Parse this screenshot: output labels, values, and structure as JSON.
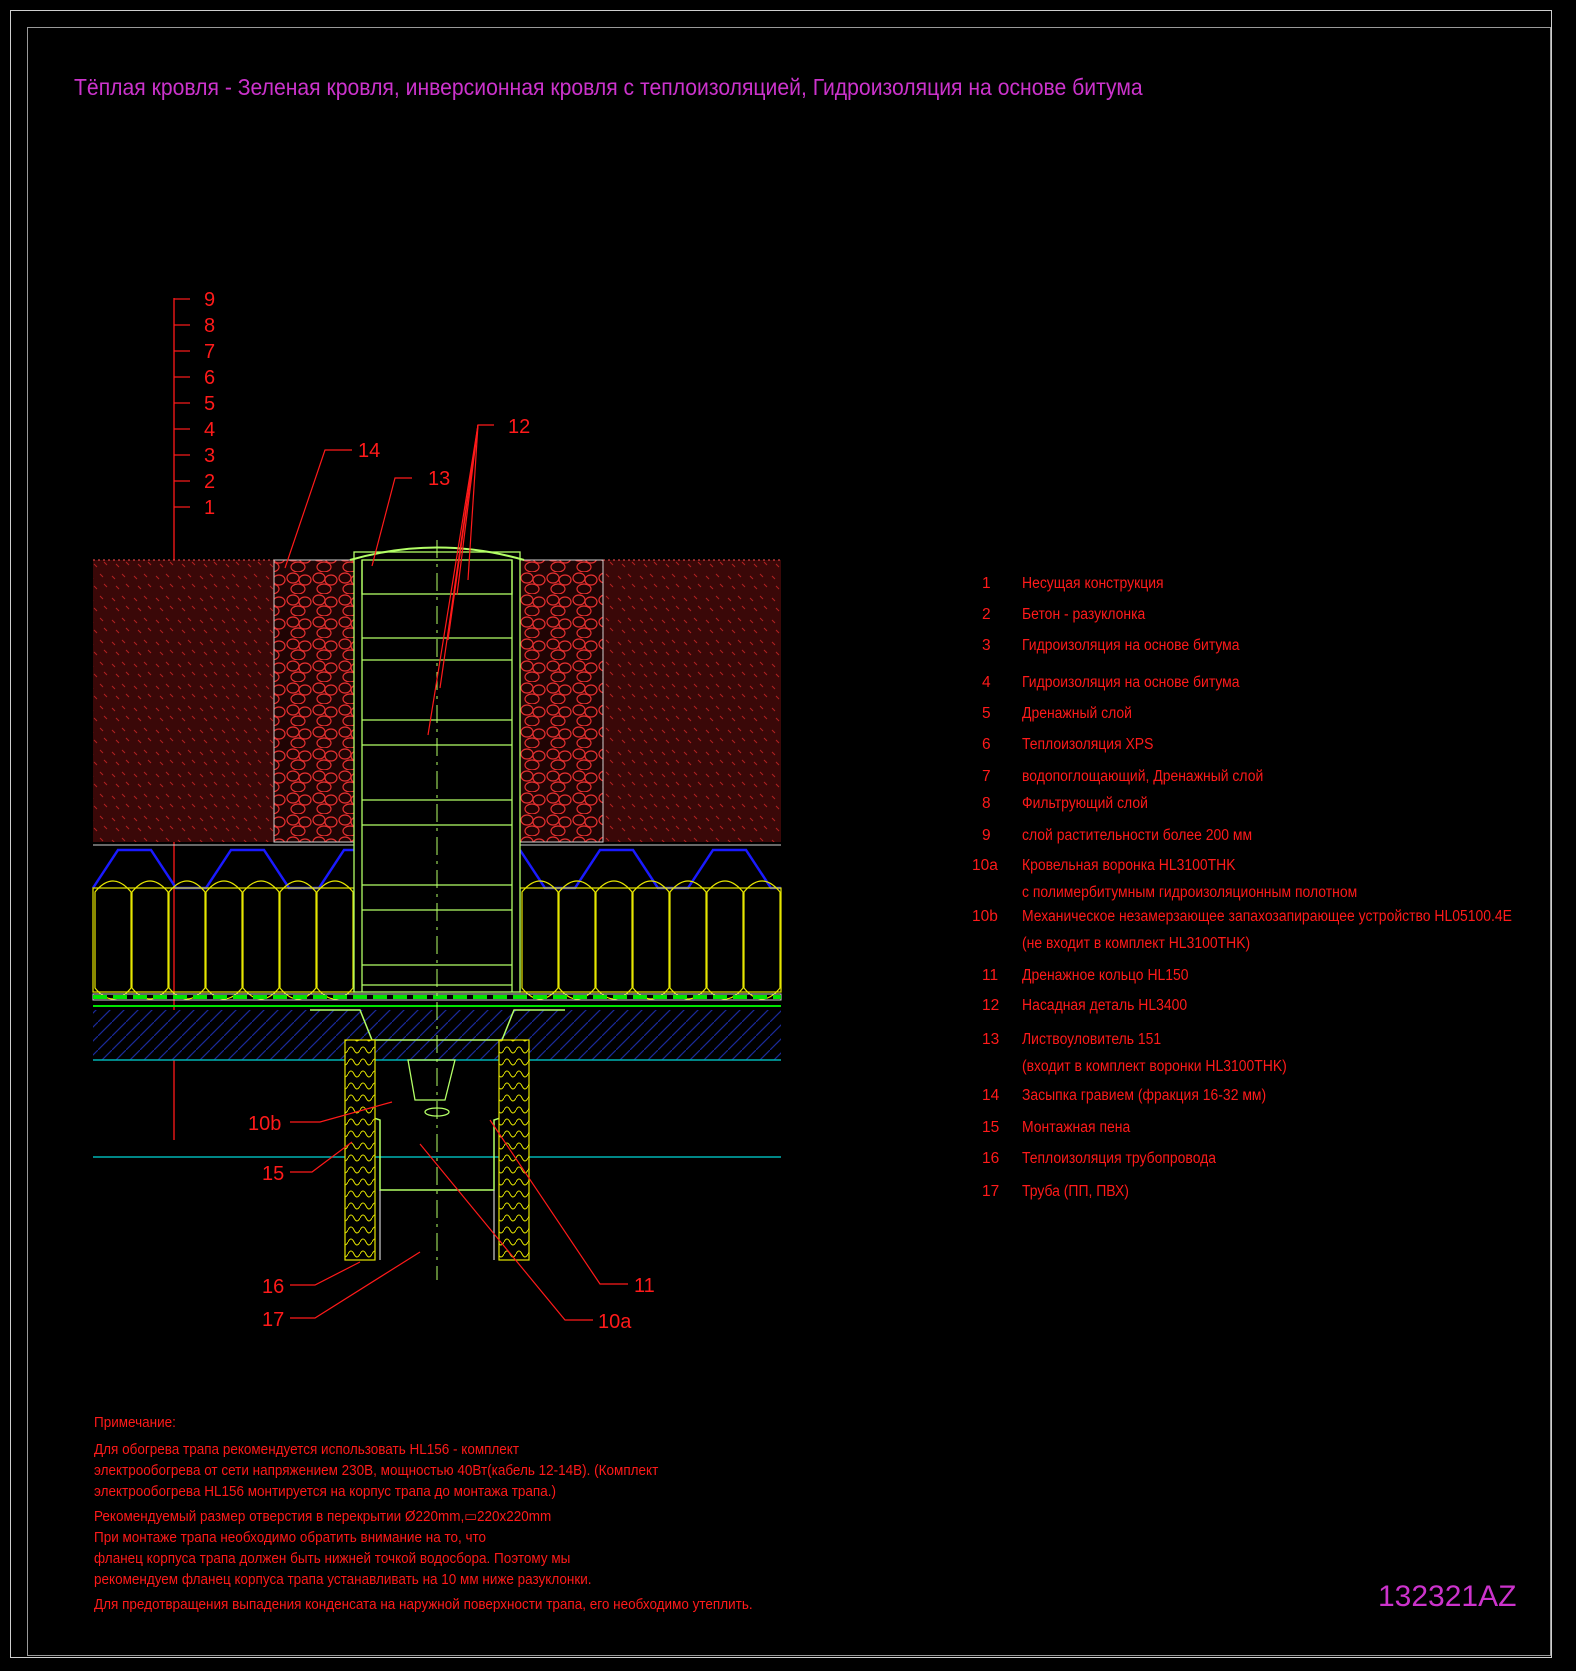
{
  "title": "Тёплая кровля - Зеленая кровля, инверсионная кровля с теплоизоляцией, Гидроизоляция на основе битума",
  "drawing_code": "132321AZ",
  "scale_labels": [
    "9",
    "8",
    "7",
    "6",
    "5",
    "4",
    "3",
    "2",
    "1"
  ],
  "callouts": {
    "c14": "14",
    "c13": "13",
    "c12": "12",
    "c10b": "10b",
    "c15": "15",
    "c16": "16",
    "c17": "17",
    "c11": "11",
    "c10a": "10a"
  },
  "legend": [
    {
      "num": "1",
      "text": "Несущая конструкция"
    },
    {
      "num": "2",
      "text": "Бетон - разуклонка"
    },
    {
      "num": "3",
      "text": "Гидроизоляция на основе битума"
    },
    {
      "num": "4",
      "text": "Гидроизоляция на основе битума"
    },
    {
      "num": "5",
      "text": "Дренажный слой"
    },
    {
      "num": "6",
      "text": "Теплоизоляция XPS"
    },
    {
      "num": "7",
      "text": "водопоглощающий, Дренажный слой"
    },
    {
      "num": "8",
      "text": "Фильтрующий слой"
    },
    {
      "num": "9",
      "text": "слой растительности более 200 мм"
    },
    {
      "num": "10a",
      "text": "Кровельная воронка HL3100THK",
      "text2": "с полимербитумным гидроизоляционным полотном"
    },
    {
      "num": "10b",
      "text": "Механическое незамерзающее запахозапирающее устройство HL05100.4E",
      "text2": "(не входит в комплект HL3100THK)"
    },
    {
      "num": "11",
      "text": "Дренажное кольцо HL150"
    },
    {
      "num": "12",
      "text": "Насадная деталь HL3400"
    },
    {
      "num": "13",
      "text": "Листвоуловитель 151",
      "text2": "(входит в комплект воронки HL3100THK)"
    },
    {
      "num": "14",
      "text": "Засыпка гравием (фракция 16-32 мм)"
    },
    {
      "num": "15",
      "text": "Монтажная пена"
    },
    {
      "num": "16",
      "text": "Теплоизоляция трубопровода"
    },
    {
      "num": "17",
      "text": "Труба (ПП, ПВХ)"
    }
  ],
  "notes": {
    "heading": "Примечание:",
    "lines": [
      "Для обогрева трапа рекомендуется использовать HL156 - комплект",
      "электрообогрева от сети напряжением 230В, мощностью 40Вт(кабель 12-14В). (Комплект",
      "электрообогрева HL156 монтируется на корпус трапа до монтажа трапа.)",
      "Рекомендуемый размер отверстия в перекрытии Ø220mm,▭220x220mm",
      "При монтаже трапа необходимо обратить внимание на то, что",
      "фланец корпуса трапа должен быть нижней точкой водосбора. Поэтому мы",
      "рекомендуем фланец корпуса трапа устанавливать на 10 мм ниже разуклонки.",
      "Для предотвращения выпадения конденсата на наружной поверхности трапа, его необходимо утеплить."
    ]
  },
  "colors": {
    "background": "#000000",
    "title": "#cc33cc",
    "red": "#ff1a1a",
    "soil_fill": "#5a0d0d",
    "drain_layer": "#1a1aff",
    "insulation": "#e6e600",
    "membrane": "#00e600",
    "concrete_hatch": "#1a2a9a",
    "slab_line": "#00b3b3",
    "drain_body": "#b3ff66"
  }
}
